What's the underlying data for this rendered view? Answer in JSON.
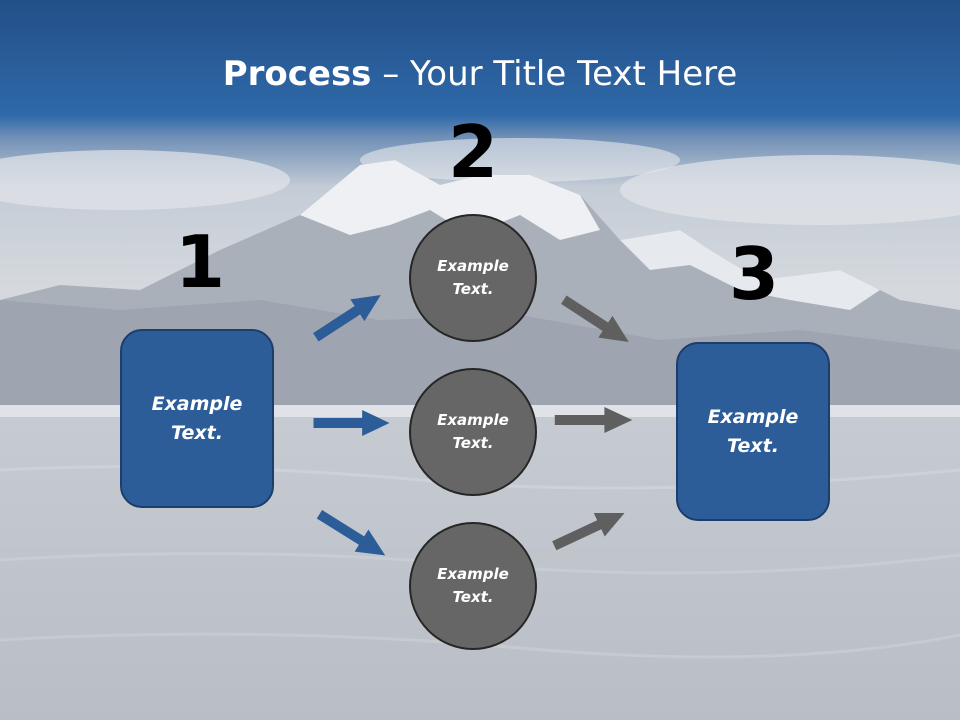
{
  "title": {
    "bold": "Process",
    "rest": " – Your Title Text Here"
  },
  "steps": [
    {
      "number": "1",
      "text": "Example\nText."
    },
    {
      "number": "2",
      "text": "Example\nText."
    },
    {
      "number": "3",
      "text": "Example\nText."
    }
  ],
  "circles": [
    {
      "text": "Example\nText."
    },
    {
      "text": "Example\nText."
    },
    {
      "text": "Example\nText."
    }
  ],
  "colors": {
    "box": "#2c5d99",
    "circle": "#666666",
    "blue_arrow": "#2c5d99",
    "gray_arrow": "#5f5f5f",
    "title_band": "#2f69a9"
  }
}
